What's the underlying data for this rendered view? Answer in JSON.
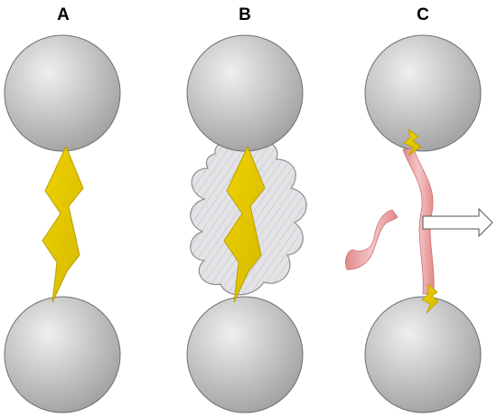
{
  "panels": [
    {
      "label": "A",
      "content": "lightning-bolt-between-spheres"
    },
    {
      "label": "B",
      "content": "lightning-bolt-in-cloud-between-spheres"
    },
    {
      "label": "C",
      "content": "fiber-with-small-bolts-and-arrow"
    }
  ],
  "colors": {
    "sphere_light": "#efefef",
    "sphere_dark": "#9e9e9e",
    "sphere_stroke": "#6f6f6f",
    "bolt_fill": "#e0c200",
    "bolt_stroke": "#b89f00",
    "cloud_fill": "#e3e3e6",
    "cloud_stroke": "#8e8e93",
    "fiber_light": "#f6c6c6",
    "fiber_dark": "#e08a8a",
    "fiber_stroke": "#cf7070",
    "arrow_fill": "#ffffff",
    "arrow_stroke": "#555555"
  }
}
